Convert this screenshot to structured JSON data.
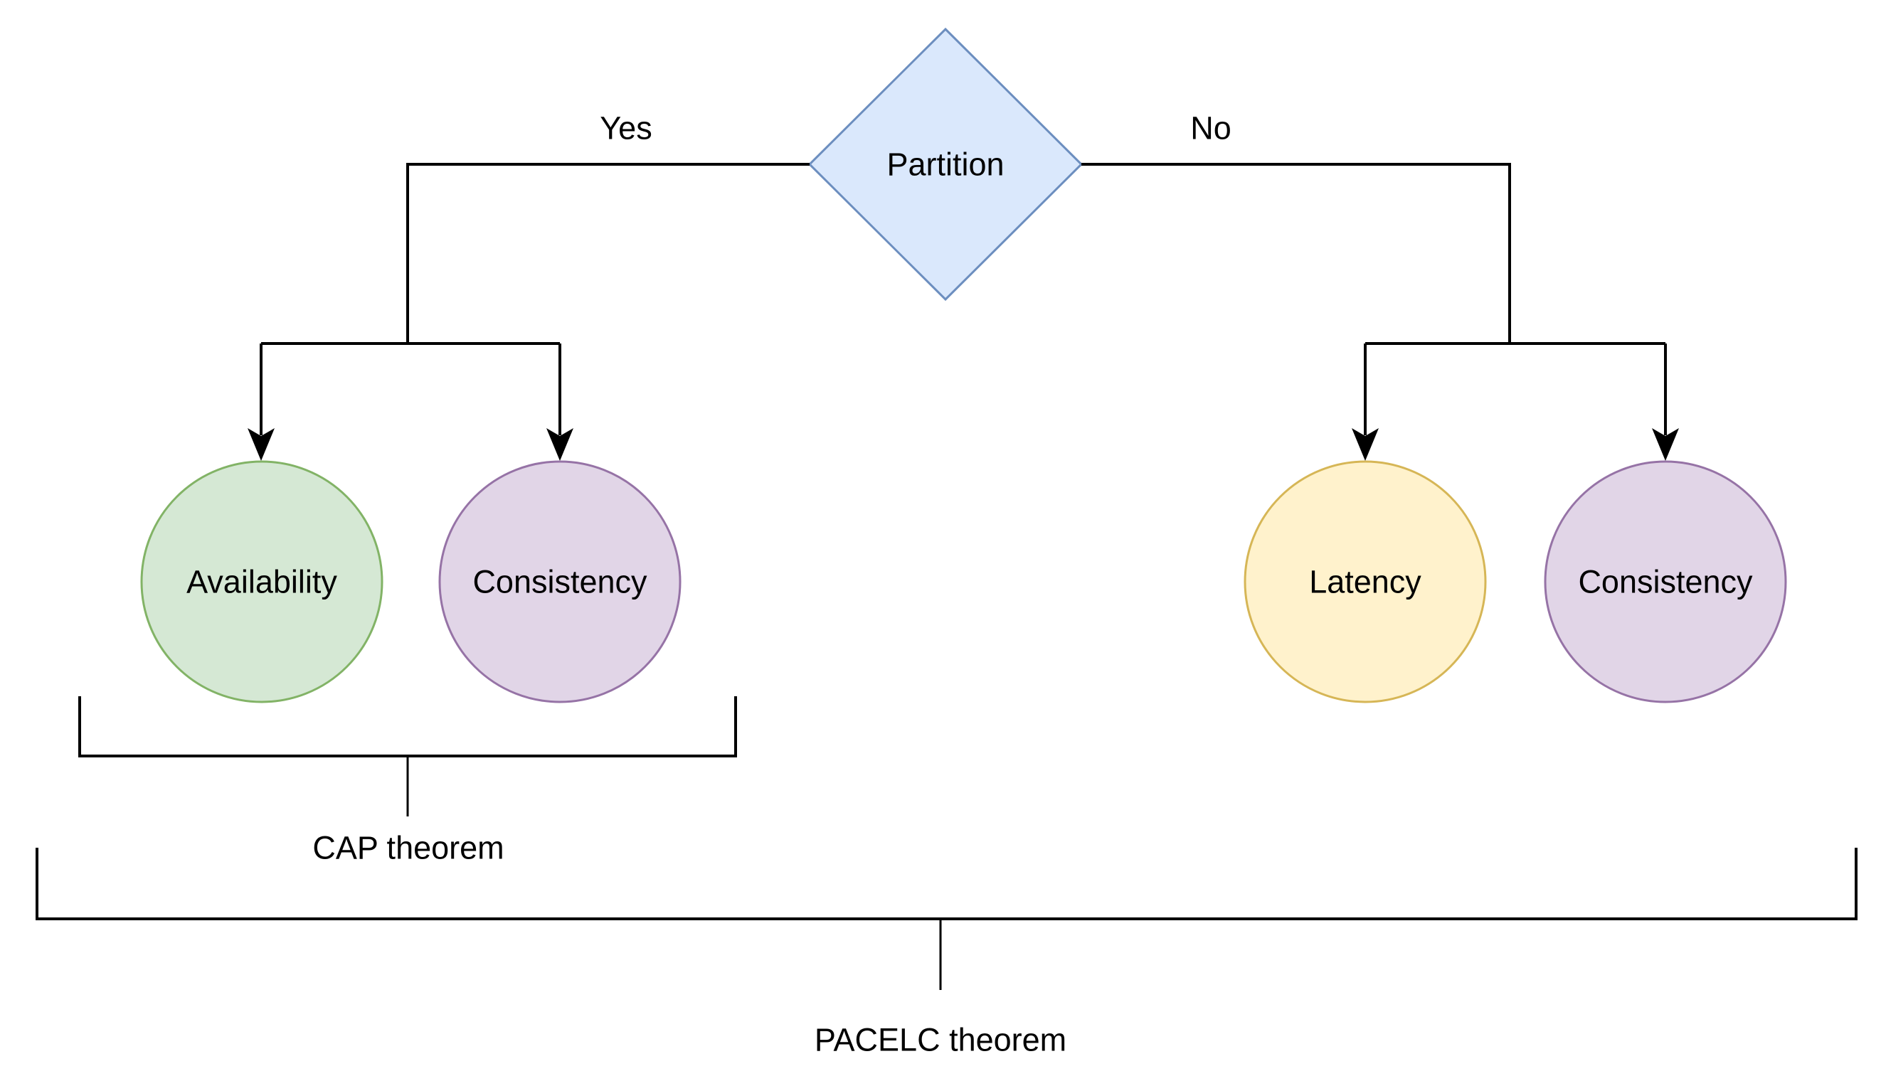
{
  "decision": {
    "label": "Partition",
    "fill": "#dae8fc",
    "stroke": "#6c8ebf"
  },
  "branch_labels": {
    "yes": "Yes",
    "no": "No"
  },
  "nodes": [
    {
      "label": "Availability",
      "fill": "#d5e8d4",
      "stroke": "#82b366"
    },
    {
      "label": "Consistency",
      "fill": "#e1d5e7",
      "stroke": "#9673a6"
    },
    {
      "label": "Latency",
      "fill": "#fff2cc",
      "stroke": "#d6b656"
    },
    {
      "label": "Consistency",
      "fill": "#e1d5e7",
      "stroke": "#9673a6"
    }
  ],
  "groups": {
    "cap": {
      "label": "CAP theorem"
    },
    "pacelc": {
      "label": "PACELC theorem"
    }
  },
  "connector_color": "#000000"
}
